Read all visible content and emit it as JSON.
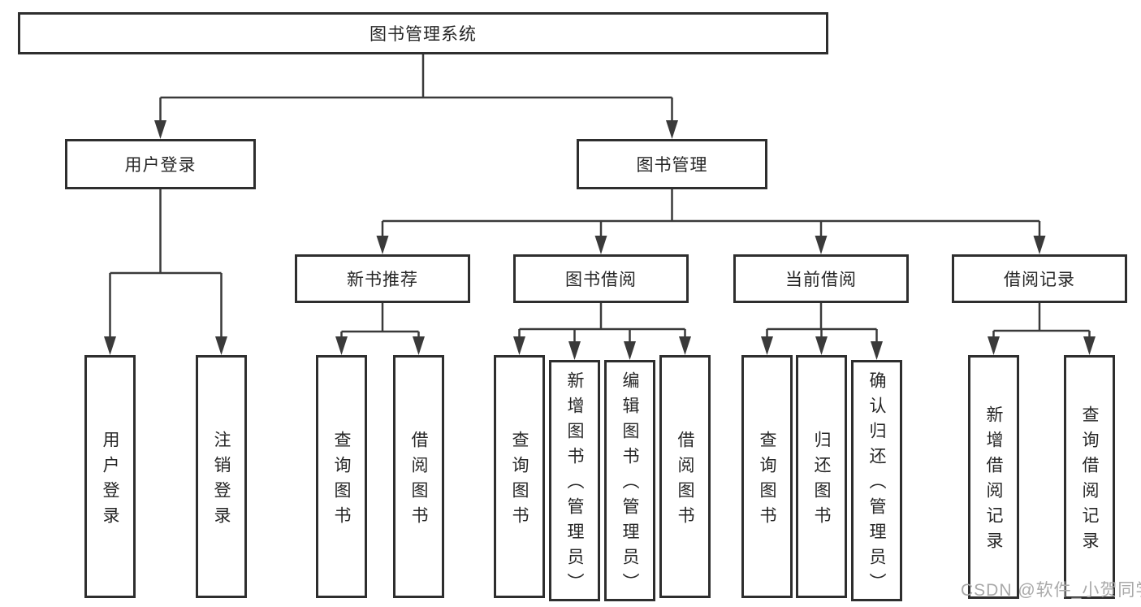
{
  "nodes": {
    "root": {
      "label": "图书管理系统"
    },
    "level2": [
      {
        "label": "用户登录"
      },
      {
        "label": "图书管理"
      }
    ],
    "level3": [
      {
        "label": "新书推荐"
      },
      {
        "label": "图书借阅"
      },
      {
        "label": "当前借阅"
      },
      {
        "label": "借阅记录"
      }
    ],
    "leaves": [
      {
        "label": "用户登录"
      },
      {
        "label": "注销登录"
      },
      {
        "label": "查询图书"
      },
      {
        "label": "借阅图书"
      },
      {
        "label": "查询图书"
      },
      {
        "label": "新增图书（管理员）"
      },
      {
        "label": "编辑图书（管理员）"
      },
      {
        "label": "借阅图书"
      },
      {
        "label": "查询图书"
      },
      {
        "label": "归还图书"
      },
      {
        "label": "确认归还（管理员）"
      },
      {
        "label": "新增借阅记录"
      },
      {
        "label": "查询借阅记录"
      }
    ]
  },
  "watermark": "CSDN @软件_小贺同学",
  "colors": {
    "line": "#3a3a3a",
    "border": "#2e2e2e",
    "text": "#262626",
    "watermark": "#a9a9a9",
    "background": "#ffffff"
  }
}
